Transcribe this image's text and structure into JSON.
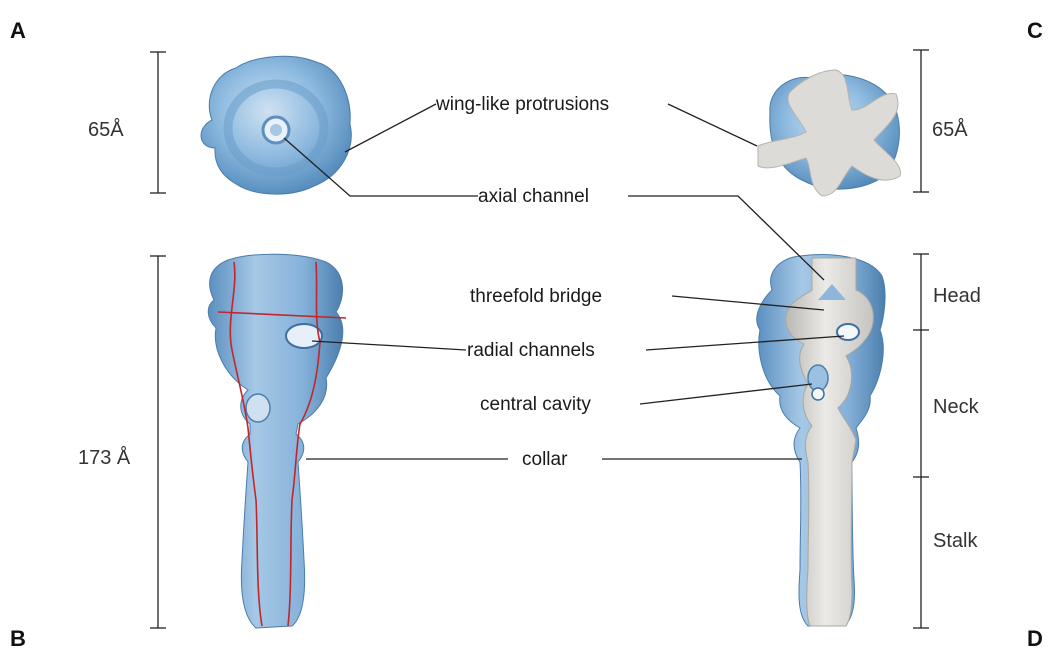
{
  "panels": {
    "a": "A",
    "b": "B",
    "c": "C",
    "d": "D"
  },
  "measures": {
    "top_left": "65Å",
    "top_right": "65Å",
    "side_left": "173 Å"
  },
  "callouts": {
    "wing": "wing-like protrusions",
    "axial": "axial channel",
    "bridge": "threefold bridge",
    "radial": "radial channels",
    "cavity": "central cavity",
    "collar": "collar"
  },
  "regions": {
    "head": "Head",
    "neck": "Neck",
    "stalk": "Stalk"
  },
  "colors": {
    "surface": "#6fa3cf",
    "surface_light": "#a9cbe6",
    "section": "#dedcd8",
    "outline": "#c0262c"
  }
}
